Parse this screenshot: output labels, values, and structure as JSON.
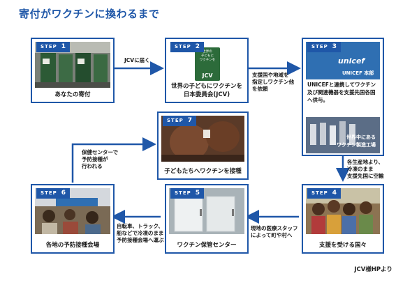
{
  "title": "寄付がワクチンに換わるまで",
  "step_prefix": "STEP",
  "steps": [
    {
      "num": "1",
      "caption": "あなたの寄付"
    },
    {
      "num": "2",
      "caption": "世界の子どもにワクチンを\n日本委員会(JCV)",
      "logo_text": "JCV",
      "logo_sub": "世界の\n子どもに\nワクチンを"
    },
    {
      "num": "3",
      "caption": "UNICEFと連携してワクチン\n及び関連機器を支援先国各国\nへ供与。",
      "photo_text_top": "unicef",
      "photo_text_mid": "UNICEF 本部",
      "photo_text_bottom": "世界中にある\nワクチン製造工場"
    },
    {
      "num": "4",
      "caption": "支援を受ける国々"
    },
    {
      "num": "5",
      "caption": "ワクチン保管センター"
    },
    {
      "num": "6",
      "caption": "各地の予防接種会場"
    },
    {
      "num": "7",
      "caption": "子どもたちへワクチンを接種"
    }
  ],
  "arrow_labels": {
    "a12": "JCVに届く",
    "a23": "支援国や地域を\n指定しワクチン他\nを依頼",
    "a34": "各生産地より、\n冷凍のまま\n支援先国に空輸",
    "a45": "現地の医療スタッフ\nによって町や村へ",
    "a56": "自転車、トラック、\n船などで冷凍のまま\n予防接種会場へ運ぶ",
    "a67": "保健センターで\n予防接種が\n行われる"
  },
  "source_note": "JCV様HPより",
  "colors": {
    "accent": "#1f57a8"
  }
}
